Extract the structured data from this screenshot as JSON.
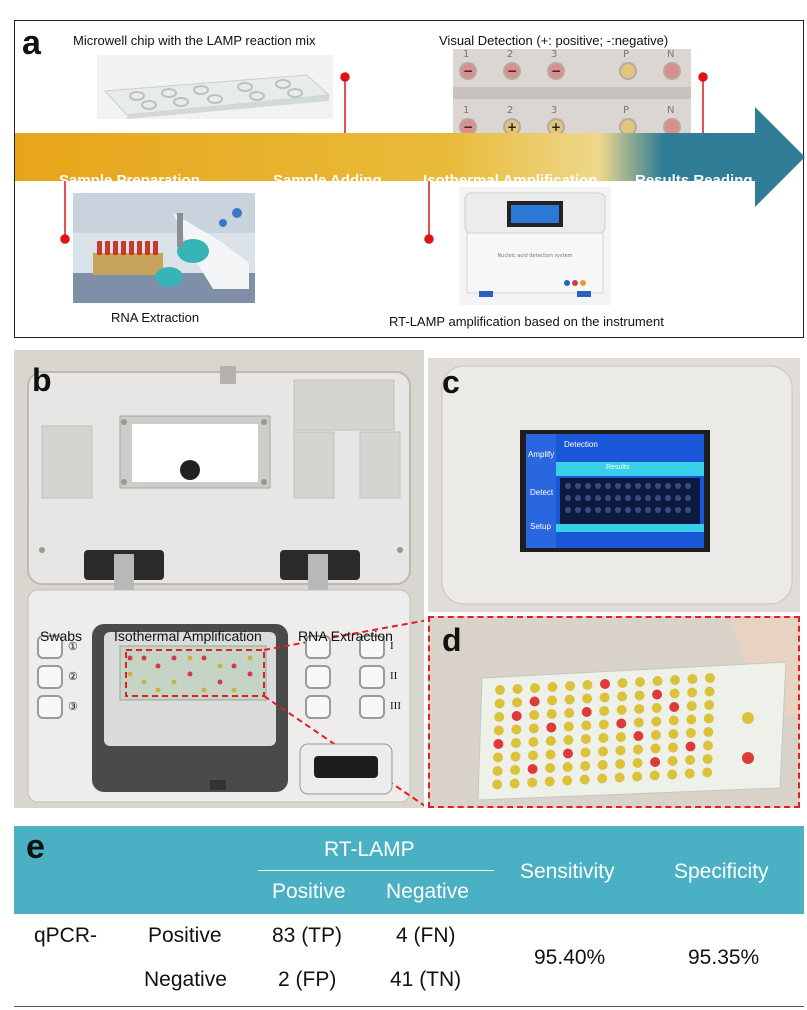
{
  "panel_a": {
    "letter": "a",
    "chip_caption": "Microwell chip with the LAMP reaction mix",
    "visual_caption": "Visual Detection (+: positive; -:negative)",
    "stages": [
      "Sample Preparation",
      "Sample Adding",
      "Isothermal Amplification",
      "Results Reading"
    ],
    "rna_caption": "RNA Extraction",
    "instrument_caption": "RT-LAMP amplification based on the instrument",
    "instrument_label": "Nucleic acid detection system",
    "well_labels_top": [
      "1",
      "2",
      "3",
      "P",
      "N"
    ],
    "well_labels_bottom": [
      "1",
      "2",
      "3",
      "P",
      "N"
    ],
    "well_signs_top": [
      "-",
      "-",
      "-",
      "",
      ""
    ],
    "well_signs_bottom": [
      "-",
      "+",
      "+",
      "",
      ""
    ]
  },
  "panel_b": {
    "letter": "b",
    "swabs": "Swabs",
    "iso": "Isothermal Amplification",
    "rna": "RNA Extraction",
    "left_ports": [
      "①",
      "②",
      "③"
    ],
    "right_ports": [
      "I",
      "II",
      "III"
    ]
  },
  "panel_c": {
    "letter": "c",
    "menu": [
      "Amplify",
      "Detect",
      "Setup"
    ],
    "screen_title": "Detection",
    "screen_results": "Results"
  },
  "panel_d": {
    "letter": "d"
  },
  "panel_e": {
    "letter": "e",
    "rt_lamp": "RT-LAMP",
    "positive": "Positive",
    "negative": "Negative",
    "sensitivity": "Sensitivity",
    "specificity": "Specificity",
    "qpcr": "qPCR-",
    "row_positive": "Positive",
    "row_negative": "Negative",
    "tp": "83 (TP)",
    "fn": "4 (FN)",
    "fp": "2 (FP)",
    "tn": "41 (TN)",
    "sensitivity_value": "95.40%",
    "specificity_value": "95.35%"
  },
  "colors": {
    "orange": "#e6a41c",
    "teal": "#2f7d96",
    "marker": "#e01414",
    "table_teal": "#4ab0c4"
  }
}
